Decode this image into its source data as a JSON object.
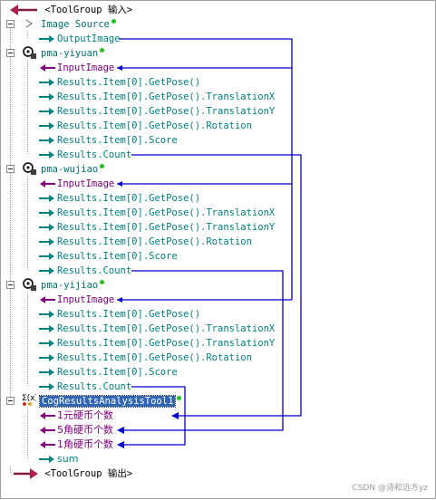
{
  "colors": {
    "output": "#008080",
    "input": "#800080",
    "link": "#0000cc",
    "selected": "#3166b6"
  },
  "tree": {
    "root_input": "<ToolGroup 输入>",
    "image_source": {
      "name": "Image Source",
      "output": "OutputImage"
    },
    "pma_yiyuan": {
      "name": "pma-yiyuan",
      "input": "InputImage",
      "outputs": [
        "Results.Item[0].GetPose()",
        "Results.Item[0].GetPose().TranslationX",
        "Results.Item[0].GetPose().TranslationY",
        "Results.Item[0].GetPose().Rotation",
        "Results.Item[0].Score",
        "Results.Count"
      ]
    },
    "pma_wujiao": {
      "name": "pma-wujiao",
      "input": "InputImage",
      "outputs": [
        "Results.Item[0].GetPose()",
        "Results.Item[0].GetPose().TranslationX",
        "Results.Item[0].GetPose().TranslationY",
        "Results.Item[0].GetPose().Rotation",
        "Results.Item[0].Score",
        "Results.Count"
      ]
    },
    "pma_yijiao": {
      "name": "pma-yijiao",
      "input": "InputImage",
      "outputs": [
        "Results.Item[0].GetPose()",
        "Results.Item[0].GetPose().TranslationX",
        "Results.Item[0].GetPose().TranslationY",
        "Results.Item[0].GetPose().Rotation",
        "Results.Item[0].Score",
        "Results.Count"
      ]
    },
    "results_tool": {
      "name": "CogResultsAnalysisTool1",
      "inputs": [
        "1元硬币个数",
        "5角硬币个数",
        "1角硬币个数"
      ],
      "output": "sum"
    },
    "root_output": "<ToolGroup 输出>"
  },
  "watermark": "CSDN @诗和远方yz"
}
